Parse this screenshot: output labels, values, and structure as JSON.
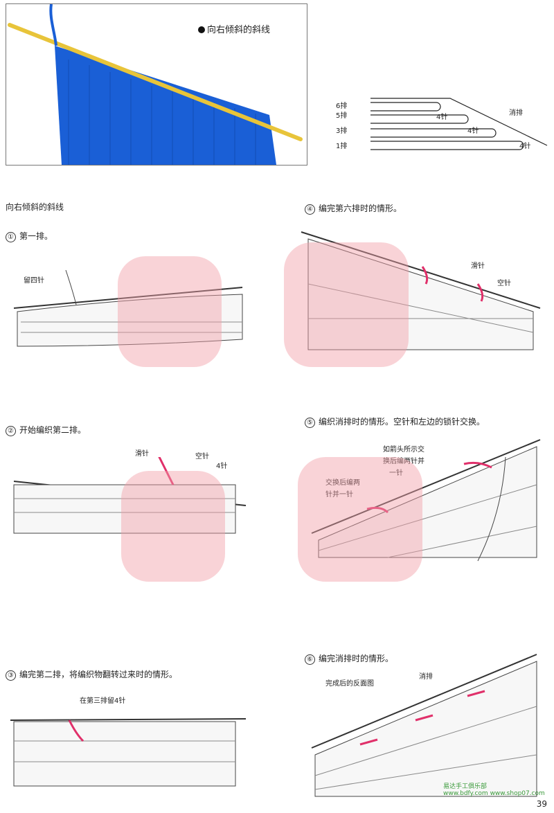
{
  "photo": {
    "title": "向右倾斜的斜线"
  },
  "row_diagram": {
    "rows": [
      "6排",
      "5排",
      "3排",
      "1排"
    ],
    "labels": [
      "4针",
      "4针",
      "4针"
    ],
    "note": "消排"
  },
  "main_title": "向右倾斜的斜线",
  "steps": [
    {
      "num": "①",
      "text": "第一排。",
      "labels": [
        "留四针"
      ]
    },
    {
      "num": "②",
      "text": "开始编织第二排。",
      "labels": [
        "滑针",
        "空针",
        "4针"
      ]
    },
    {
      "num": "③",
      "text": "编完第二排，将编织物翻转过来时的情形。",
      "labels": [
        "在第三排留4针"
      ]
    },
    {
      "num": "④",
      "text": "编完第六排时的情形。",
      "labels": [
        "滑针",
        "空针"
      ]
    },
    {
      "num": "⑤",
      "text": "编织消排时的情形。空针和左边的锁针交换。",
      "labels": [
        "如箭头所示交",
        "换后编两针并",
        "一针",
        "交换后编两",
        "针并一针"
      ]
    },
    {
      "num": "⑥",
      "text": "编完消排时的情形。",
      "labels": [
        "完成后的反面图",
        "消排"
      ]
    }
  ],
  "watermark": {
    "site": "易达手工俱乐部",
    "url": "www.bdfy.com",
    "url2": "www.shop07.com"
  },
  "page_number": "39",
  "colors": {
    "yarn_blue": "#1a5fd6",
    "needle": "#e8c43a",
    "accent_pink": "#e0306a",
    "wm_pink": "#f2a0a8"
  }
}
